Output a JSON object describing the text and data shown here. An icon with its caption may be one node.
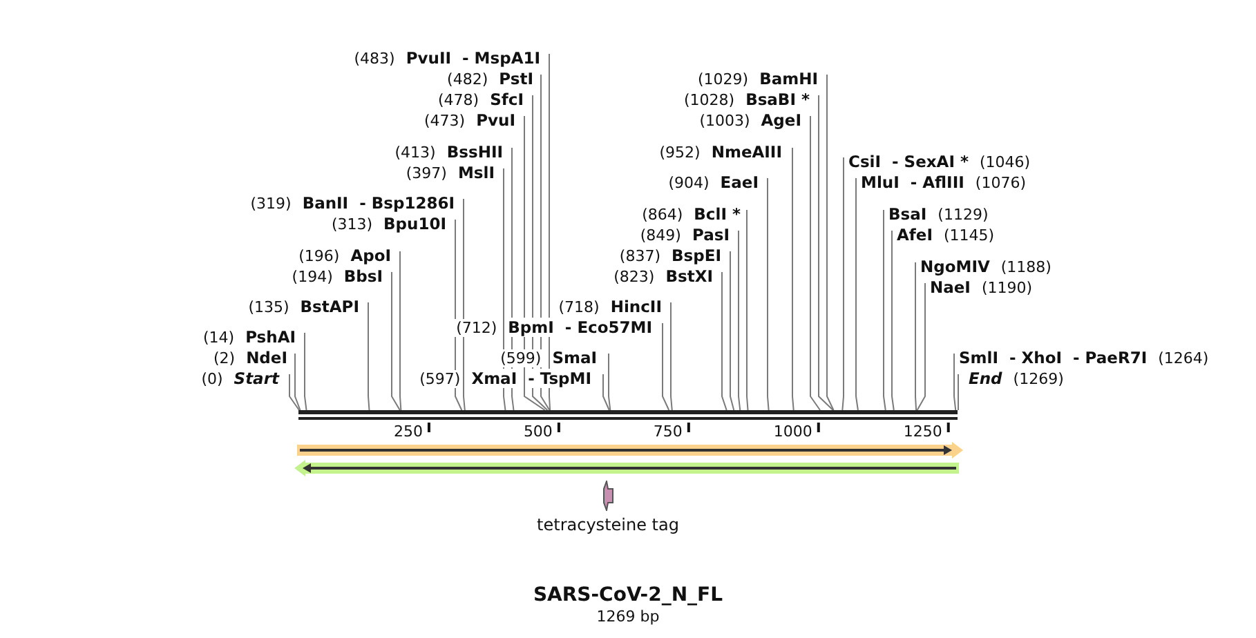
{
  "diagram": {
    "title": "SARS-CoV-2_N_FL",
    "caption": "1269 bp",
    "nodes": [
      {
        "text": [],
        "shape": "bar"
      },
      {
        "text": [
          "(483)",
          "PvuII",
          "- MspA1I"
        ]
      },
      {
        "text": [
          "(482)",
          "PstI"
        ]
      },
      {
        "text": [
          "(478)",
          "SfcI"
        ]
      },
      {
        "text": [
          "(473)",
          "PvuI"
        ]
      },
      {
        "text": [
          "(1029)",
          "BamHI"
        ]
      },
      {
        "text": [
          "(1028)",
          "BsaBI *"
        ]
      },
      {
        "text": [
          "(1003)",
          "AgeI"
        ]
      },
      {
        "text": [
          "(413)",
          "BssHII"
        ]
      },
      {
        "text": [
          "(397)",
          "MslI"
        ]
      },
      {
        "text": [
          "(952)",
          "NmeAIII"
        ]
      },
      {
        "text": [
          "CsiI",
          "- SexAI *",
          "(1046)"
        ]
      },
      {
        "text": [
          "MluI",
          "- AflIII",
          "(1076)"
        ]
      },
      {
        "text": [
          "(904)",
          "EaeI"
        ]
      },
      {
        "text": [
          "(319)",
          "BanII",
          "- Bsp1286I"
        ]
      },
      {
        "text": [
          "(313)",
          "Bpu10I"
        ]
      },
      {
        "text": [
          "(864)",
          "BclI *"
        ]
      },
      {
        "text": [
          "(849)",
          "PasI"
        ]
      },
      {
        "text": [
          "BsaI",
          "(1129)"
        ]
      },
      {
        "text": [
          "AfeI",
          "(1145)"
        ]
      },
      {
        "text": [
          "(196)",
          "ApoI"
        ]
      },
      {
        "text": [
          "(194)",
          "BbsI"
        ]
      },
      {
        "text": [
          "(837)",
          "BspEI"
        ]
      },
      {
        "text": [
          "(823)",
          "BstXI"
        ]
      },
      {
        "text": [
          "NgoMIV",
          "(1188)"
        ]
      },
      {
        "text": [
          "NaeI",
          "(1190)"
        ]
      },
      {
        "text": [
          "(135)",
          "BstAPI"
        ]
      },
      {
        "text": [
          "(718)",
          "HincII"
        ]
      },
      {
        "text": [
          "(712)",
          "BpmI",
          "- Eco57MI"
        ]
      },
      {
        "text": [
          "(14)",
          "PshAI"
        ]
      },
      {
        "text": [
          "(2)",
          "NdeI"
        ]
      },
      {
        "text": [
          "(599)",
          "SmaI"
        ]
      },
      {
        "text": [
          "(0)",
          "Start"
        ]
      },
      {
        "text": [
          "(597)",
          "XmaI",
          "- TspMI"
        ]
      },
      {
        "text": [
          "SmlI",
          "- XhoI",
          "- PaeR7I",
          "(1264)"
        ]
      },
      {
        "text": [
          "End",
          "(1269)"
        ]
      },
      {
        "text": [],
        "shape": "ellipse",
        "beside": [
          "tetracysteine tag"
        ]
      }
    ],
    "edges": [
      {
        "from": 1,
        "to": 0,
        "arrow": "none"
      },
      {
        "from": 2,
        "to": 0,
        "arrow": "none"
      },
      {
        "from": 3,
        "to": 0,
        "arrow": "none"
      },
      {
        "from": 4,
        "to": 0,
        "arrow": "none"
      },
      {
        "from": 5,
        "to": 0,
        "arrow": "none"
      },
      {
        "from": 6,
        "to": 0,
        "arrow": "none"
      },
      {
        "from": 7,
        "to": 0,
        "arrow": "none"
      },
      {
        "from": 8,
        "to": 0,
        "arrow": "none"
      },
      {
        "from": 9,
        "to": 0,
        "arrow": "none"
      },
      {
        "from": 10,
        "to": 0,
        "arrow": "none"
      },
      {
        "from": 11,
        "to": 0,
        "arrow": "none"
      },
      {
        "from": 12,
        "to": 0,
        "arrow": "none"
      },
      {
        "from": 13,
        "to": 0,
        "arrow": "none"
      },
      {
        "from": 14,
        "to": 0,
        "arrow": "none"
      },
      {
        "from": 15,
        "to": 0,
        "arrow": "none"
      },
      {
        "from": 16,
        "to": 0,
        "arrow": "none"
      },
      {
        "from": 17,
        "to": 0,
        "arrow": "none"
      },
      {
        "from": 18,
        "to": 0,
        "arrow": "none"
      },
      {
        "from": 19,
        "to": 0,
        "arrow": "none"
      },
      {
        "from": 20,
        "to": 0,
        "arrow": "none"
      },
      {
        "from": 21,
        "to": 0,
        "arrow": "none"
      },
      {
        "from": 22,
        "to": 0,
        "arrow": "none"
      },
      {
        "from": 23,
        "to": 0,
        "arrow": "none"
      },
      {
        "from": 24,
        "to": 0,
        "arrow": "none"
      },
      {
        "from": 25,
        "to": 0,
        "arrow": "none"
      },
      {
        "from": 26,
        "to": 0,
        "arrow": "none"
      },
      {
        "from": 27,
        "to": 0,
        "arrow": "none"
      },
      {
        "from": 28,
        "to": 0,
        "arrow": "none"
      },
      {
        "from": 29,
        "to": 0,
        "arrow": "none"
      },
      {
        "from": 30,
        "to": 0,
        "arrow": "none"
      },
      {
        "from": 31,
        "to": 0,
        "arrow": "none"
      },
      {
        "from": 32,
        "to": 0,
        "arrow": "none"
      },
      {
        "from": 33,
        "to": 0,
        "arrow": "none"
      },
      {
        "from": 34,
        "to": 0,
        "arrow": "none"
      },
      {
        "from": 35,
        "to": 0,
        "arrow": "none"
      }
    ],
    "labels": [
      "250",
      "500",
      "750",
      "1000",
      "1250"
    ]
  }
}
